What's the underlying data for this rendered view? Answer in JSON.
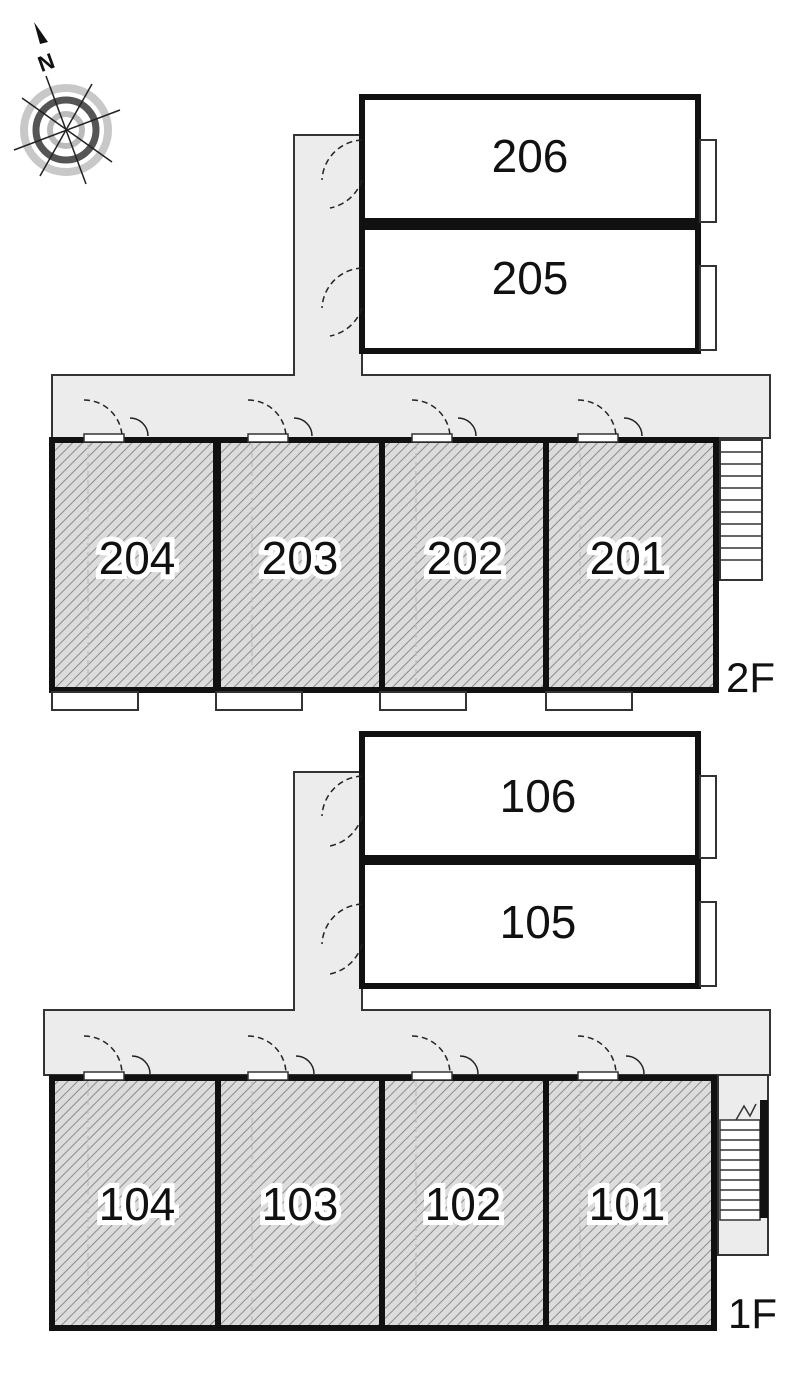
{
  "compass": {
    "north_label": "N",
    "icon": "compass-rose-icon"
  },
  "floors": [
    {
      "id": "2F",
      "label": "2F",
      "units": [
        {
          "number": "206",
          "shaded": false
        },
        {
          "number": "205",
          "shaded": false
        },
        {
          "number": "204",
          "shaded": true
        },
        {
          "number": "203",
          "shaded": true
        },
        {
          "number": "202",
          "shaded": true
        },
        {
          "number": "201",
          "shaded": true
        }
      ]
    },
    {
      "id": "1F",
      "label": "1F",
      "units": [
        {
          "number": "106",
          "shaded": false
        },
        {
          "number": "105",
          "shaded": false
        },
        {
          "number": "104",
          "shaded": true
        },
        {
          "number": "103",
          "shaded": true
        },
        {
          "number": "102",
          "shaded": true
        },
        {
          "number": "101",
          "shaded": true
        }
      ]
    }
  ],
  "colors": {
    "corridor": "#ececec",
    "wall": "#111111",
    "hatch": "#9a9a9a",
    "unit_fill": "#ffffff"
  }
}
